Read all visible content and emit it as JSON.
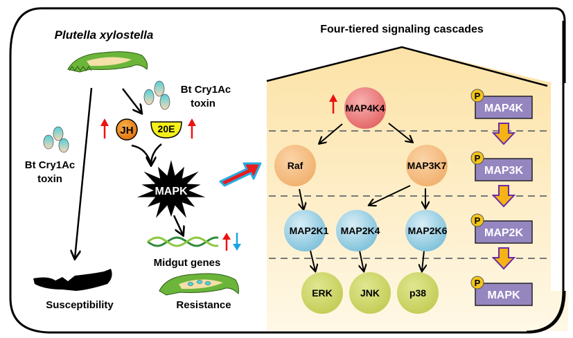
{
  "left_panel": {
    "title": "Plutella xylostella",
    "toxin_top": [
      "Bt Cry1Ac",
      "toxin"
    ],
    "toxin_left": [
      "Bt Cry1Ac",
      "toxin"
    ],
    "hormones": {
      "jh": "JH",
      "e20": "20E"
    },
    "mapk_label": "MAPK",
    "midgut_label": "Midgut genes",
    "susceptibility_label": "Susceptibility",
    "resistance_label": "Resistance"
  },
  "right_panel": {
    "title": "Four-tiered signaling cascades",
    "tier1": [
      "MAP4K4"
    ],
    "tier2": [
      "Raf",
      "MAP3K7"
    ],
    "tier3": [
      "MAP2K1",
      "MAP2K4",
      "MAP2K6"
    ],
    "tier4": [
      "ERK",
      "JNK",
      "p38"
    ],
    "legend_boxes": [
      "MAP4K",
      "MAP3K",
      "MAP2K",
      "MAPK"
    ],
    "phospho_label": "P"
  },
  "colors": {
    "up_arrow": "#ee1111",
    "down_arrow": "#1aa3e0",
    "tier1": "#e86a6a",
    "tier2": "#f2b77a",
    "tier3": "#7cc2dc",
    "tier4": "#c5cf5a",
    "legend_box": "#9586c0",
    "legend_arrow": "#f5b316",
    "panel_bg": "#fde9b8"
  }
}
